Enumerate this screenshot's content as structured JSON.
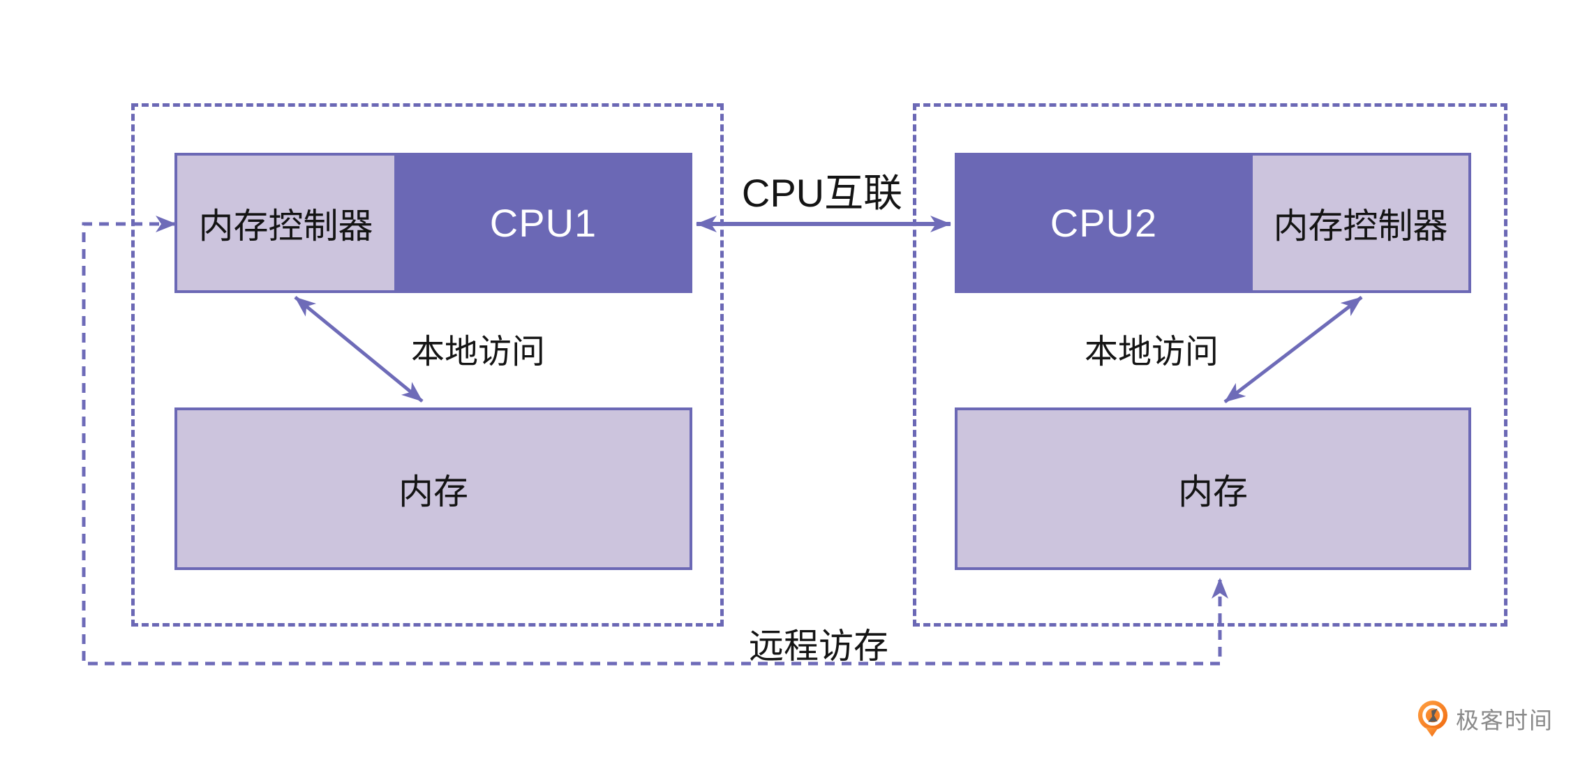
{
  "labels": {
    "cpu_interconnect": "CPU互联",
    "remote_access": "远程访存"
  },
  "nodes": [
    {
      "controller": "内存控制器",
      "cpu": "CPU1",
      "memory": "内存",
      "local_access": "本地访问"
    },
    {
      "controller": "内存控制器",
      "cpu": "CPU2",
      "memory": "内存",
      "local_access": "本地访问"
    }
  ],
  "colors": {
    "node_purple": "#6b68b5",
    "lavender_fill": "#ccc4dd",
    "arrow_purple": "#6e6bb8",
    "label_text": "#141414",
    "logo_text_gray": "#8a8a8a",
    "logo_orange": "#f47c20"
  },
  "logo": {
    "text": "极客时间",
    "icon": "geektime-pin-icon"
  }
}
